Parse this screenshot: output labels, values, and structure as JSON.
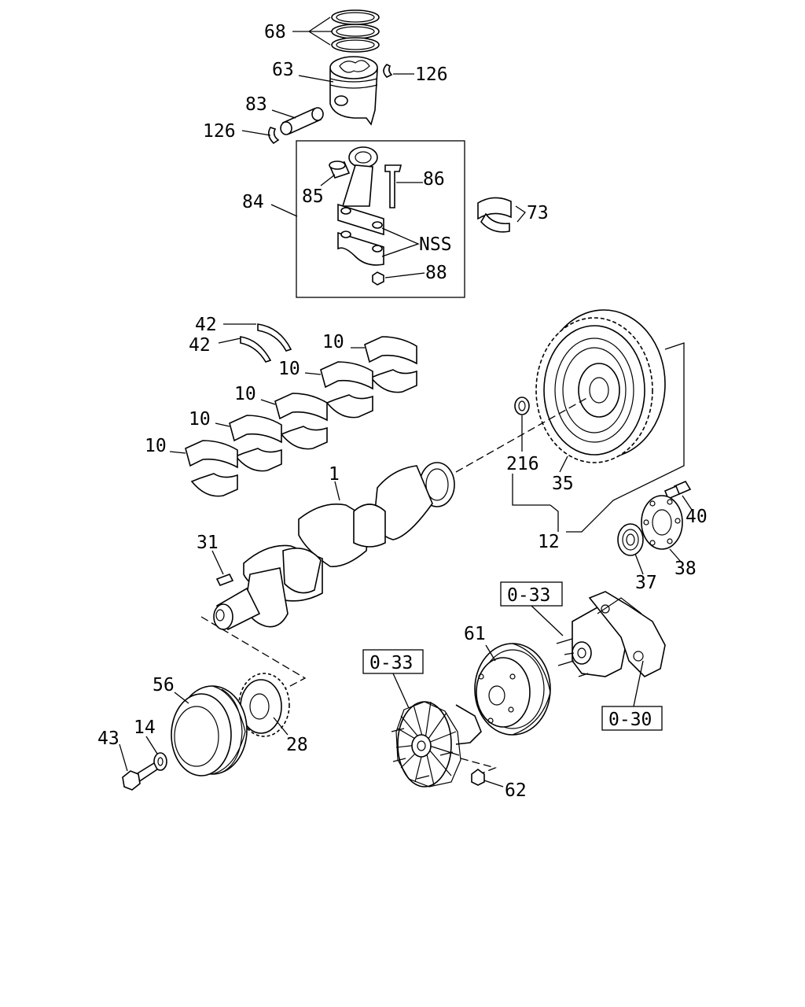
{
  "labels": {
    "l68": "68",
    "l63": "63",
    "l126a": "126",
    "l83": "83",
    "l126b": "126",
    "l84": "84",
    "l85": "85",
    "l86": "86",
    "l73": "73",
    "lNSS": "NSS",
    "l88": "88",
    "l42a": "42",
    "l42b": "42",
    "l10a": "10",
    "l10b": "10",
    "l10c": "10",
    "l10d": "10",
    "l10e": "10",
    "l216": "216",
    "l35": "35",
    "l12": "12",
    "l1": "1",
    "l31": "31",
    "l40": "40",
    "l38": "38",
    "l37": "37",
    "ref033a": "0-33",
    "ref033b": "0-33",
    "ref030": "0-30",
    "l61": "61",
    "l56": "56",
    "l14": "14",
    "l43": "43",
    "l28": "28",
    "l62": "62"
  }
}
